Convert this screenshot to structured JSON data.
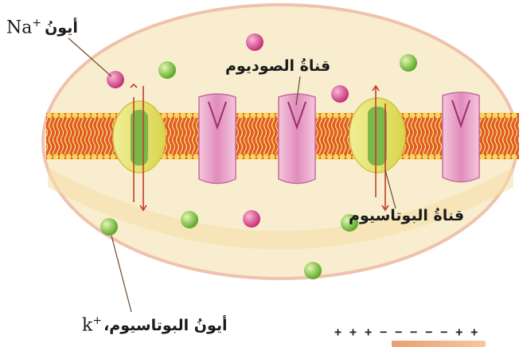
{
  "labels": {
    "na_ion_word": "أيونُ",
    "na_ion_symbol": "Na",
    "na_ion_charge": "+",
    "sodium_channel": "قناةُ الصوديوم",
    "potassium_channel": "قناةُ البوتاسيوم",
    "k_ion_symbol": "k",
    "k_ion_charge": "+",
    "k_ion_word": "أيونُ البوتاسيوم،"
  },
  "membrane_charge_signs": [
    "+",
    "+",
    "+",
    "−",
    "−",
    "−",
    "−",
    "−",
    "+",
    "+"
  ],
  "colors": {
    "cell_fill": "#f8eecf",
    "cell_outline": "#f2c9b0",
    "membrane_band": "#e05a2a",
    "membrane_lipid": "#f7d85a",
    "sodium_channel": "#e7a5c9",
    "potassium_channel": "#ece77a",
    "potassium_channel_core": "#7ab84a",
    "sodium_ion": "#cc3d7d",
    "potassium_ion": "#7cc238"
  }
}
